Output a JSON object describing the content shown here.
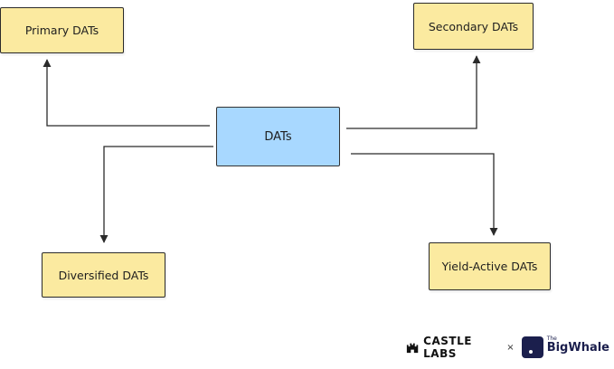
{
  "diagram": {
    "center": {
      "label": "DATs"
    },
    "nodes": [
      {
        "id": "primary",
        "label": "Primary DATs"
      },
      {
        "id": "secondary",
        "label": "Secondary DATs"
      },
      {
        "id": "diversified",
        "label": "Diversified DATs"
      },
      {
        "id": "yield",
        "label": "Yield-Active DATs"
      }
    ],
    "edges": [
      {
        "from": "DATs",
        "to": "Primary DATs"
      },
      {
        "from": "DATs",
        "to": "Secondary DATs"
      },
      {
        "from": "DATs",
        "to": "Diversified DATs"
      },
      {
        "from": "DATs",
        "to": "Yield-Active DATs"
      }
    ],
    "colors": {
      "sticky": "#fbeaa0",
      "center": "#a8d8ff",
      "stroke": "#2b2b2b"
    }
  },
  "footer": {
    "logo1": "CASTLE LABS",
    "separator": "×",
    "logo2_prefix": "The",
    "logo2": "BigWhale"
  }
}
